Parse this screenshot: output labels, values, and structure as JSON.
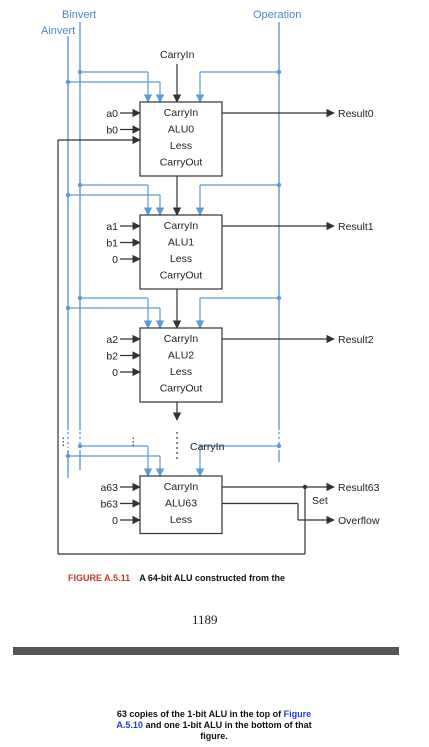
{
  "diagram": {
    "top_labels": {
      "binvert": "Binvert",
      "ainvert": "Ainvert",
      "operation": "Operation"
    },
    "carry_in_top": "CarryIn",
    "alus": [
      {
        "inputs": [
          "a0",
          "b0"
        ],
        "box": [
          "CarryIn",
          "ALU0",
          "Less",
          "CarryOut"
        ],
        "result": "Result0"
      },
      {
        "inputs": [
          "a1",
          "b1",
          "0"
        ],
        "box": [
          "CarryIn",
          "ALU1",
          "Less",
          "CarryOut"
        ],
        "result": "Result1"
      },
      {
        "inputs": [
          "a2",
          "b2",
          "0"
        ],
        "box": [
          "CarryIn",
          "ALU2",
          "Less",
          "CarryOut"
        ],
        "result": "Result2"
      },
      {
        "inputs": [
          "a63",
          "b63",
          "0"
        ],
        "box": [
          "CarryIn",
          "ALU63",
          "Less"
        ],
        "result": "Result63"
      }
    ],
    "carry_in_bottom": "CarryIn",
    "set_label": "Set",
    "overflow_label": "Overflow",
    "ellipsis": "⋮",
    "colors": {
      "control_line": "#5b9bd5",
      "line": "#333333"
    }
  },
  "caption": {
    "figure_label": "FIGURE A.5.11",
    "text": "A 64-bit ALU constructed from the",
    "label_color": "#c0392b"
  },
  "page_number": "1189",
  "continuation": {
    "line1_a": "63 copies of the 1-bit ALU in the top of ",
    "line1_link": "Figure",
    "line2_link": "A.5.10",
    "line2_b": " and one 1-bit ALU in the bottom of that",
    "line3": "figure."
  }
}
